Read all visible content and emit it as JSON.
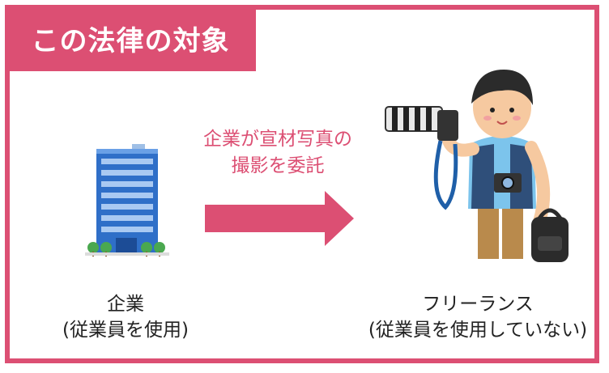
{
  "header": {
    "title": "この法律の対象"
  },
  "arrow": {
    "label_line1": "企業が宣材写真の",
    "label_line2": "撮影を委託",
    "color": "#dc4f73"
  },
  "client": {
    "name": "企業",
    "note": "(従業員を使用)",
    "icon": "office-building"
  },
  "contractor": {
    "name": "フリーランス",
    "note": "(従業員を使用していない)",
    "icon": "photographer"
  },
  "colors": {
    "accent": "#dc4f73",
    "building": "#2f6fc8"
  }
}
